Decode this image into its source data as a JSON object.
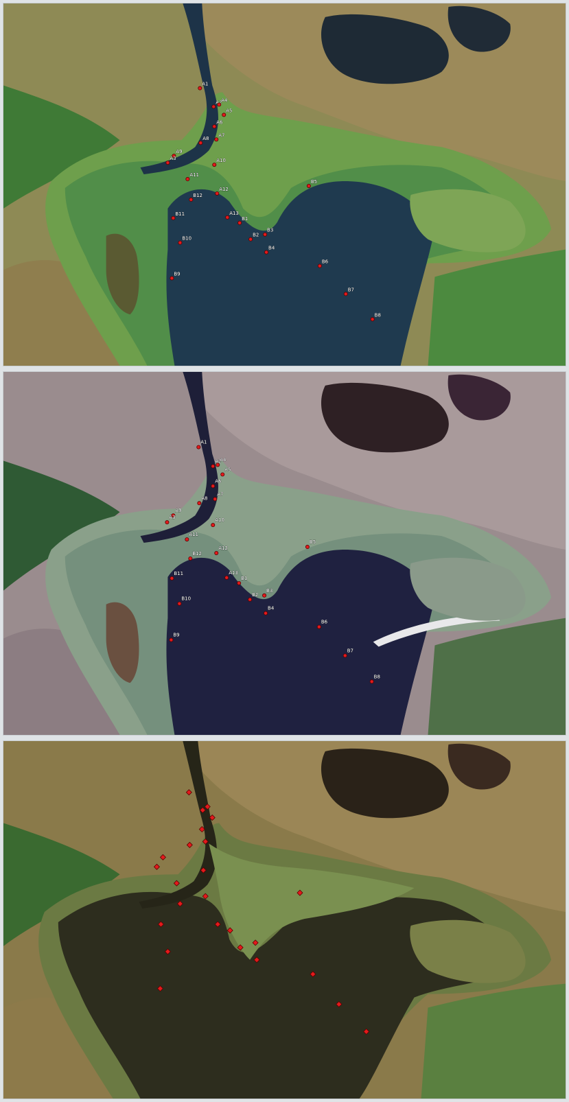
{
  "panels": [
    {
      "id": "panel-1",
      "style": "labeled",
      "points": [
        {
          "label": "A1"
        },
        {
          "label": "A2"
        },
        {
          "label": "A4"
        },
        {
          "label": "A5"
        },
        {
          "label": "A6"
        },
        {
          "label": "A7"
        },
        {
          "label": "A8"
        },
        {
          "label": "A9"
        },
        {
          "label": "A3"
        },
        {
          "label": "A10"
        },
        {
          "label": "A11"
        },
        {
          "label": "A12"
        },
        {
          "label": "B12"
        },
        {
          "label": "B11"
        },
        {
          "label": "A13"
        },
        {
          "label": "B1"
        },
        {
          "label": "B2"
        },
        {
          "label": "B3"
        },
        {
          "label": "B4"
        },
        {
          "label": "B5"
        },
        {
          "label": "B10"
        },
        {
          "label": "B6"
        },
        {
          "label": "B9"
        },
        {
          "label": "B7"
        },
        {
          "label": "B8"
        }
      ]
    },
    {
      "id": "panel-2",
      "style": "labeled",
      "points": [
        {
          "label": "A1"
        },
        {
          "label": "A2"
        },
        {
          "label": "A4"
        },
        {
          "label": "A5"
        },
        {
          "label": "A6"
        },
        {
          "label": "A7"
        },
        {
          "label": "A8"
        },
        {
          "label": "A9"
        },
        {
          "label": "A3"
        },
        {
          "label": "A10"
        },
        {
          "label": "A11"
        },
        {
          "label": "A12"
        },
        {
          "label": "B12"
        },
        {
          "label": "B11"
        },
        {
          "label": "A13"
        },
        {
          "label": "B1"
        },
        {
          "label": "B2"
        },
        {
          "label": "B3"
        },
        {
          "label": "B4"
        },
        {
          "label": "B5"
        },
        {
          "label": "B10"
        },
        {
          "label": "B6"
        },
        {
          "label": "B9"
        },
        {
          "label": "B7"
        },
        {
          "label": "B8"
        }
      ]
    },
    {
      "id": "panel-3",
      "style": "unlabeled",
      "points": [
        {
          "label": ""
        },
        {
          "label": ""
        },
        {
          "label": ""
        },
        {
          "label": ""
        },
        {
          "label": ""
        },
        {
          "label": ""
        },
        {
          "label": ""
        },
        {
          "label": ""
        },
        {
          "label": ""
        },
        {
          "label": ""
        },
        {
          "label": ""
        },
        {
          "label": ""
        },
        {
          "label": ""
        },
        {
          "label": ""
        },
        {
          "label": ""
        },
        {
          "label": ""
        },
        {
          "label": ""
        },
        {
          "label": ""
        },
        {
          "label": ""
        },
        {
          "label": ""
        },
        {
          "label": ""
        },
        {
          "label": ""
        },
        {
          "label": ""
        },
        {
          "label": ""
        },
        {
          "label": ""
        }
      ]
    }
  ],
  "colors": {
    "marker": "#e31a1c",
    "marker_outline": "#5a0000"
  }
}
